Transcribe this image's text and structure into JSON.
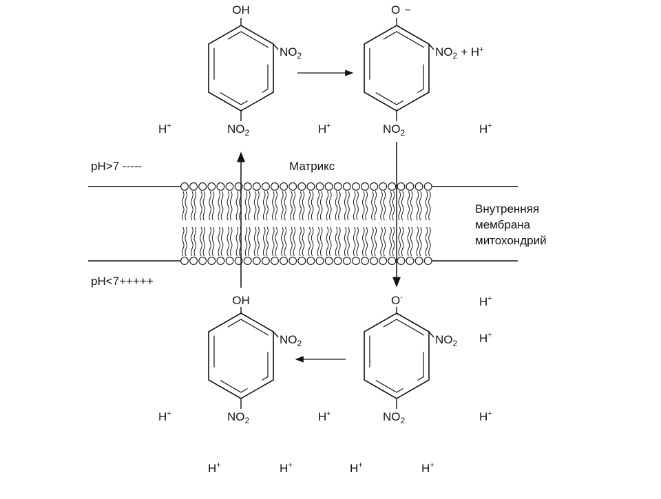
{
  "colors": {
    "ink": "#111111",
    "background": "#ffffff"
  },
  "labels": {
    "ph_high": "pH>7 -----",
    "ph_low": "pH<7+++++",
    "matrix": "Матрикс",
    "membrane_line1": "Внутренняя",
    "membrane_line2": "мембрана",
    "membrane_line3": "митохондрий"
  },
  "molecules": {
    "top_left": {
      "substituent": "OH",
      "nitro_side": "NO",
      "nitro_side_sub": "2",
      "nitro_para": "NO",
      "nitro_para_sub": "2"
    },
    "top_right": {
      "substituent": "O",
      "charge": "−",
      "nitro_side": "NO",
      "nitro_side_sub": "2",
      "extra": "+ H",
      "extra_sup": "+",
      "nitro_para": "NO",
      "nitro_para_sub": "2"
    },
    "bottom_left": {
      "substituent": "OH",
      "nitro_side": "NO",
      "nitro_side_sub": "2",
      "nitro_para": "NO",
      "nitro_para_sub": "2"
    },
    "bottom_right": {
      "substituent": "O",
      "charge": "-",
      "nitro_side": "NO",
      "nitro_side_sub": "2",
      "nitro_para": "NO",
      "nitro_para_sub": "2"
    }
  },
  "protons": {
    "symbol": "H",
    "charge": "+"
  }
}
